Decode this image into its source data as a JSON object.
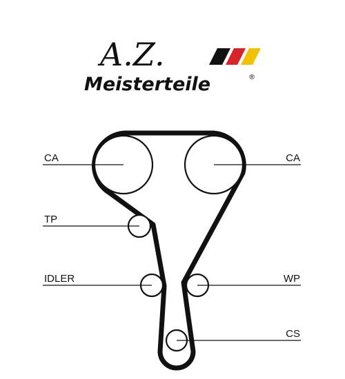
{
  "brand": {
    "script_mark": "A.Z.",
    "name": "Meisterteile",
    "registered_mark": "®",
    "flag_colors": [
      "#111111",
      "#d9232a",
      "#f2c200"
    ]
  },
  "diagram": {
    "line_color": "#111111",
    "labels": {
      "ca_left": "CA",
      "ca_right": "CA",
      "tp": "TP",
      "idler": "IDLER",
      "wp": "WP",
      "cs": "CS"
    }
  }
}
